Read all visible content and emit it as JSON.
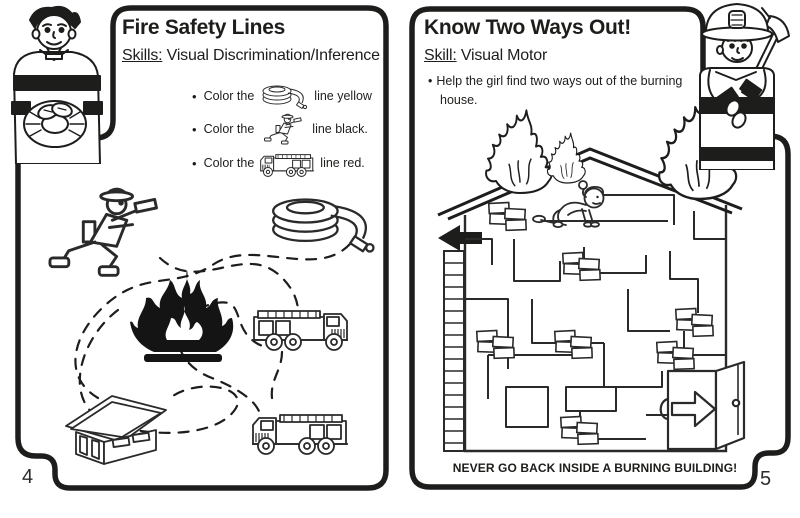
{
  "colors": {
    "ink": "#1d1d1b",
    "paper": "#ffffff"
  },
  "left_page": {
    "page_number": "4",
    "title": "Fire Safety Lines",
    "skills_label": "Skills:",
    "skills_text": "Visual Discrimination/Inference",
    "bullet_glyph": "•",
    "instructions": [
      {
        "prefix": "Color the",
        "icon": "hose-coil-icon",
        "suffix": "line yellow"
      },
      {
        "prefix": "Color the",
        "icon": "firefighter-running-icon",
        "suffix": "line black."
      },
      {
        "prefix": "Color the",
        "icon": "fire-truck-icon",
        "suffix": "line red."
      }
    ],
    "activity_items": [
      "firefighter-running",
      "coiled-hose",
      "fire-flame",
      "fire-truck",
      "fire-station-house",
      "fire-truck"
    ],
    "corner_character": "man-holding-coiled-hose"
  },
  "right_page": {
    "page_number": "5",
    "title": "Know Two Ways Out!",
    "skill_label": "Skill:",
    "skill_text": "Visual Motor",
    "bullet_glyph": "•",
    "instruction": "Help the girl find two ways out of the burning house.",
    "warning": "NEVER GO BACK INSIDE A BURNING BUILDING!",
    "maze_items": [
      "burning-house",
      "roof-flames",
      "crawling-girl",
      "escape-ladder",
      "exit-arrow-left",
      "open-door-exit-arrow",
      "obstacle-boxes"
    ],
    "corner_character": "firefighter-with-axe"
  }
}
